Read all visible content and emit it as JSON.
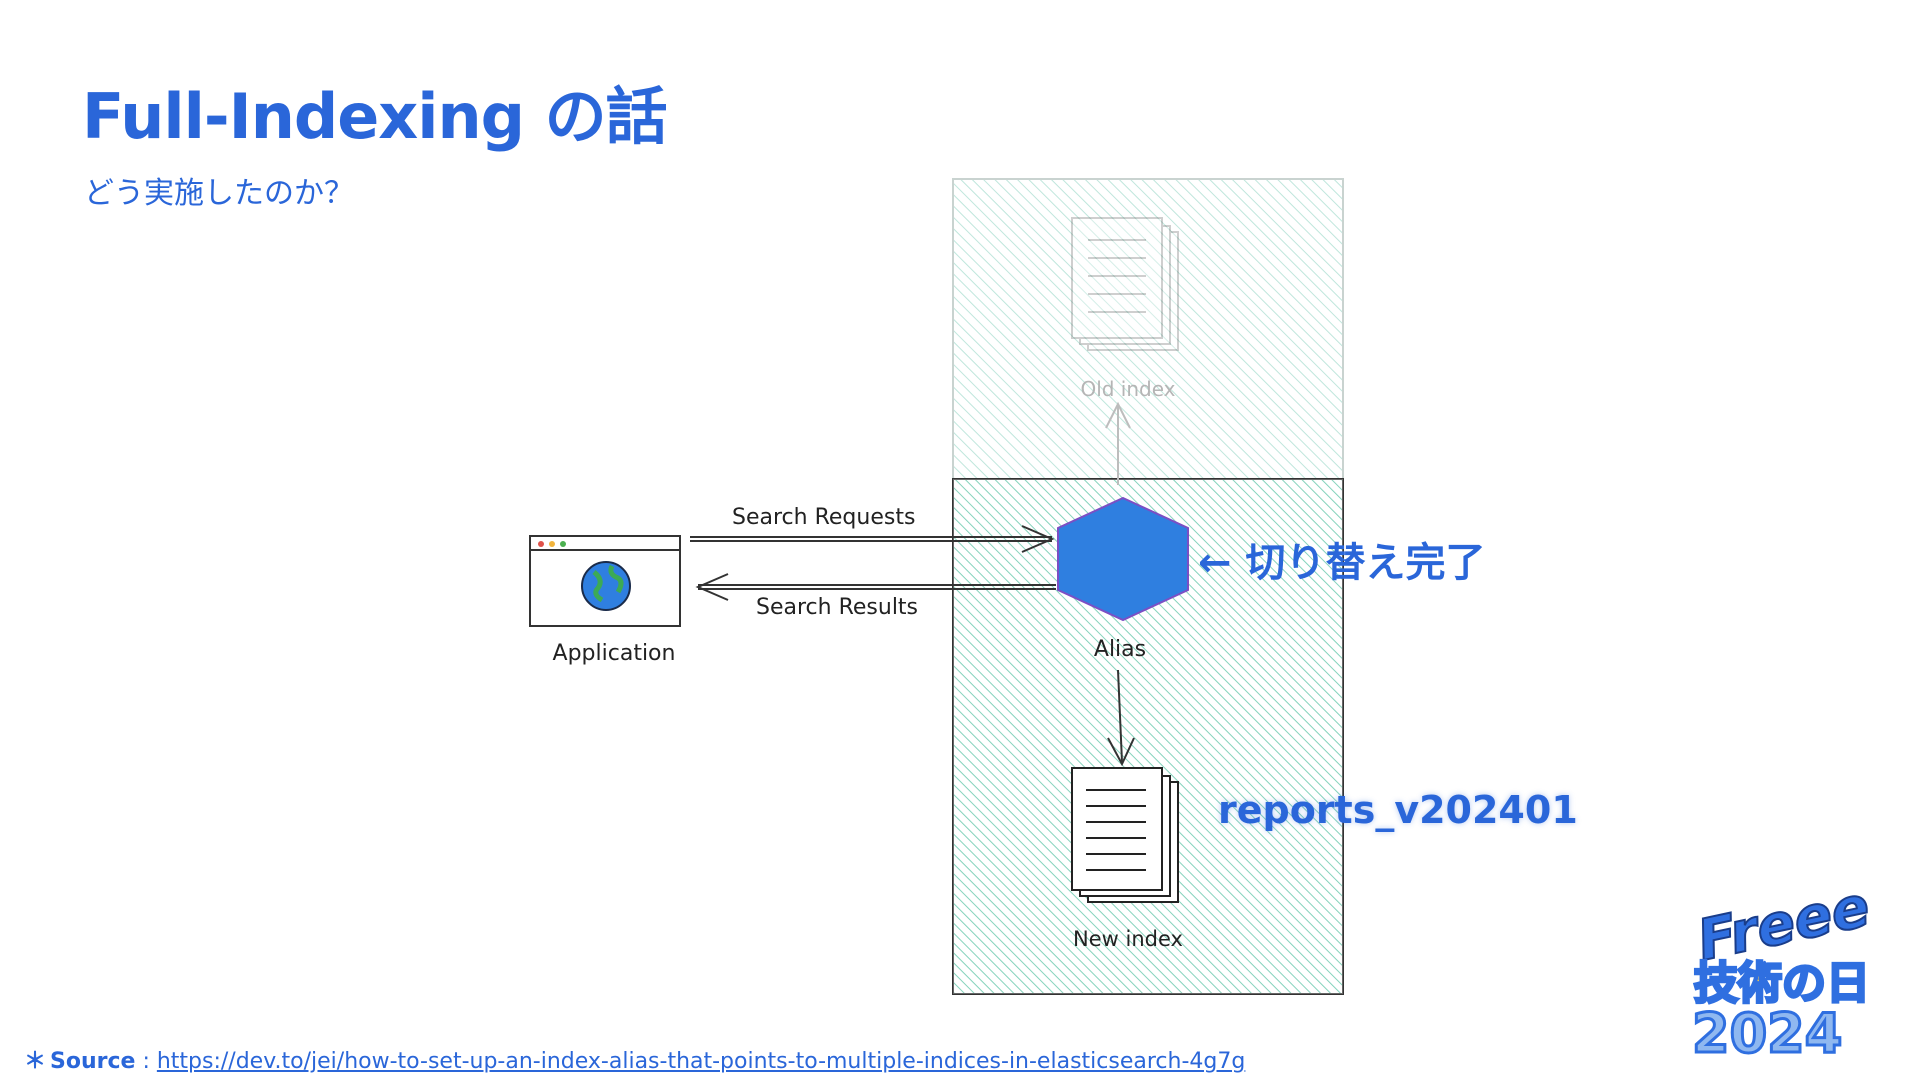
{
  "slide": {
    "title": "Full-Indexing の話",
    "subtitle": "どう実施したのか？"
  },
  "diagram": {
    "application_label": "Application",
    "search_requests_label": "Search Requests",
    "search_results_label": "Search Results",
    "alias_label": "Alias",
    "old_index_label": "Old index",
    "new_index_label": "New index",
    "colors": {
      "accent": "#2a66d9",
      "alias_fill": "#2f7fe0",
      "old_hatch": "#bfe6dc",
      "new_hatch": "#5cc4a6"
    }
  },
  "annotations": {
    "switched": "← 切り替え完了",
    "index_name": "reports_v202401"
  },
  "footer": {
    "star": "＊",
    "source_label": "Source",
    "separator": " : ",
    "source_url": "https://dev.to/jei/how-to-set-up-an-index-alias-that-points-to-multiple-indices-in-elasticsearch-4g7g"
  },
  "logo": {
    "line1": "Freee",
    "line2": "技術の日",
    "line3": "2024"
  }
}
